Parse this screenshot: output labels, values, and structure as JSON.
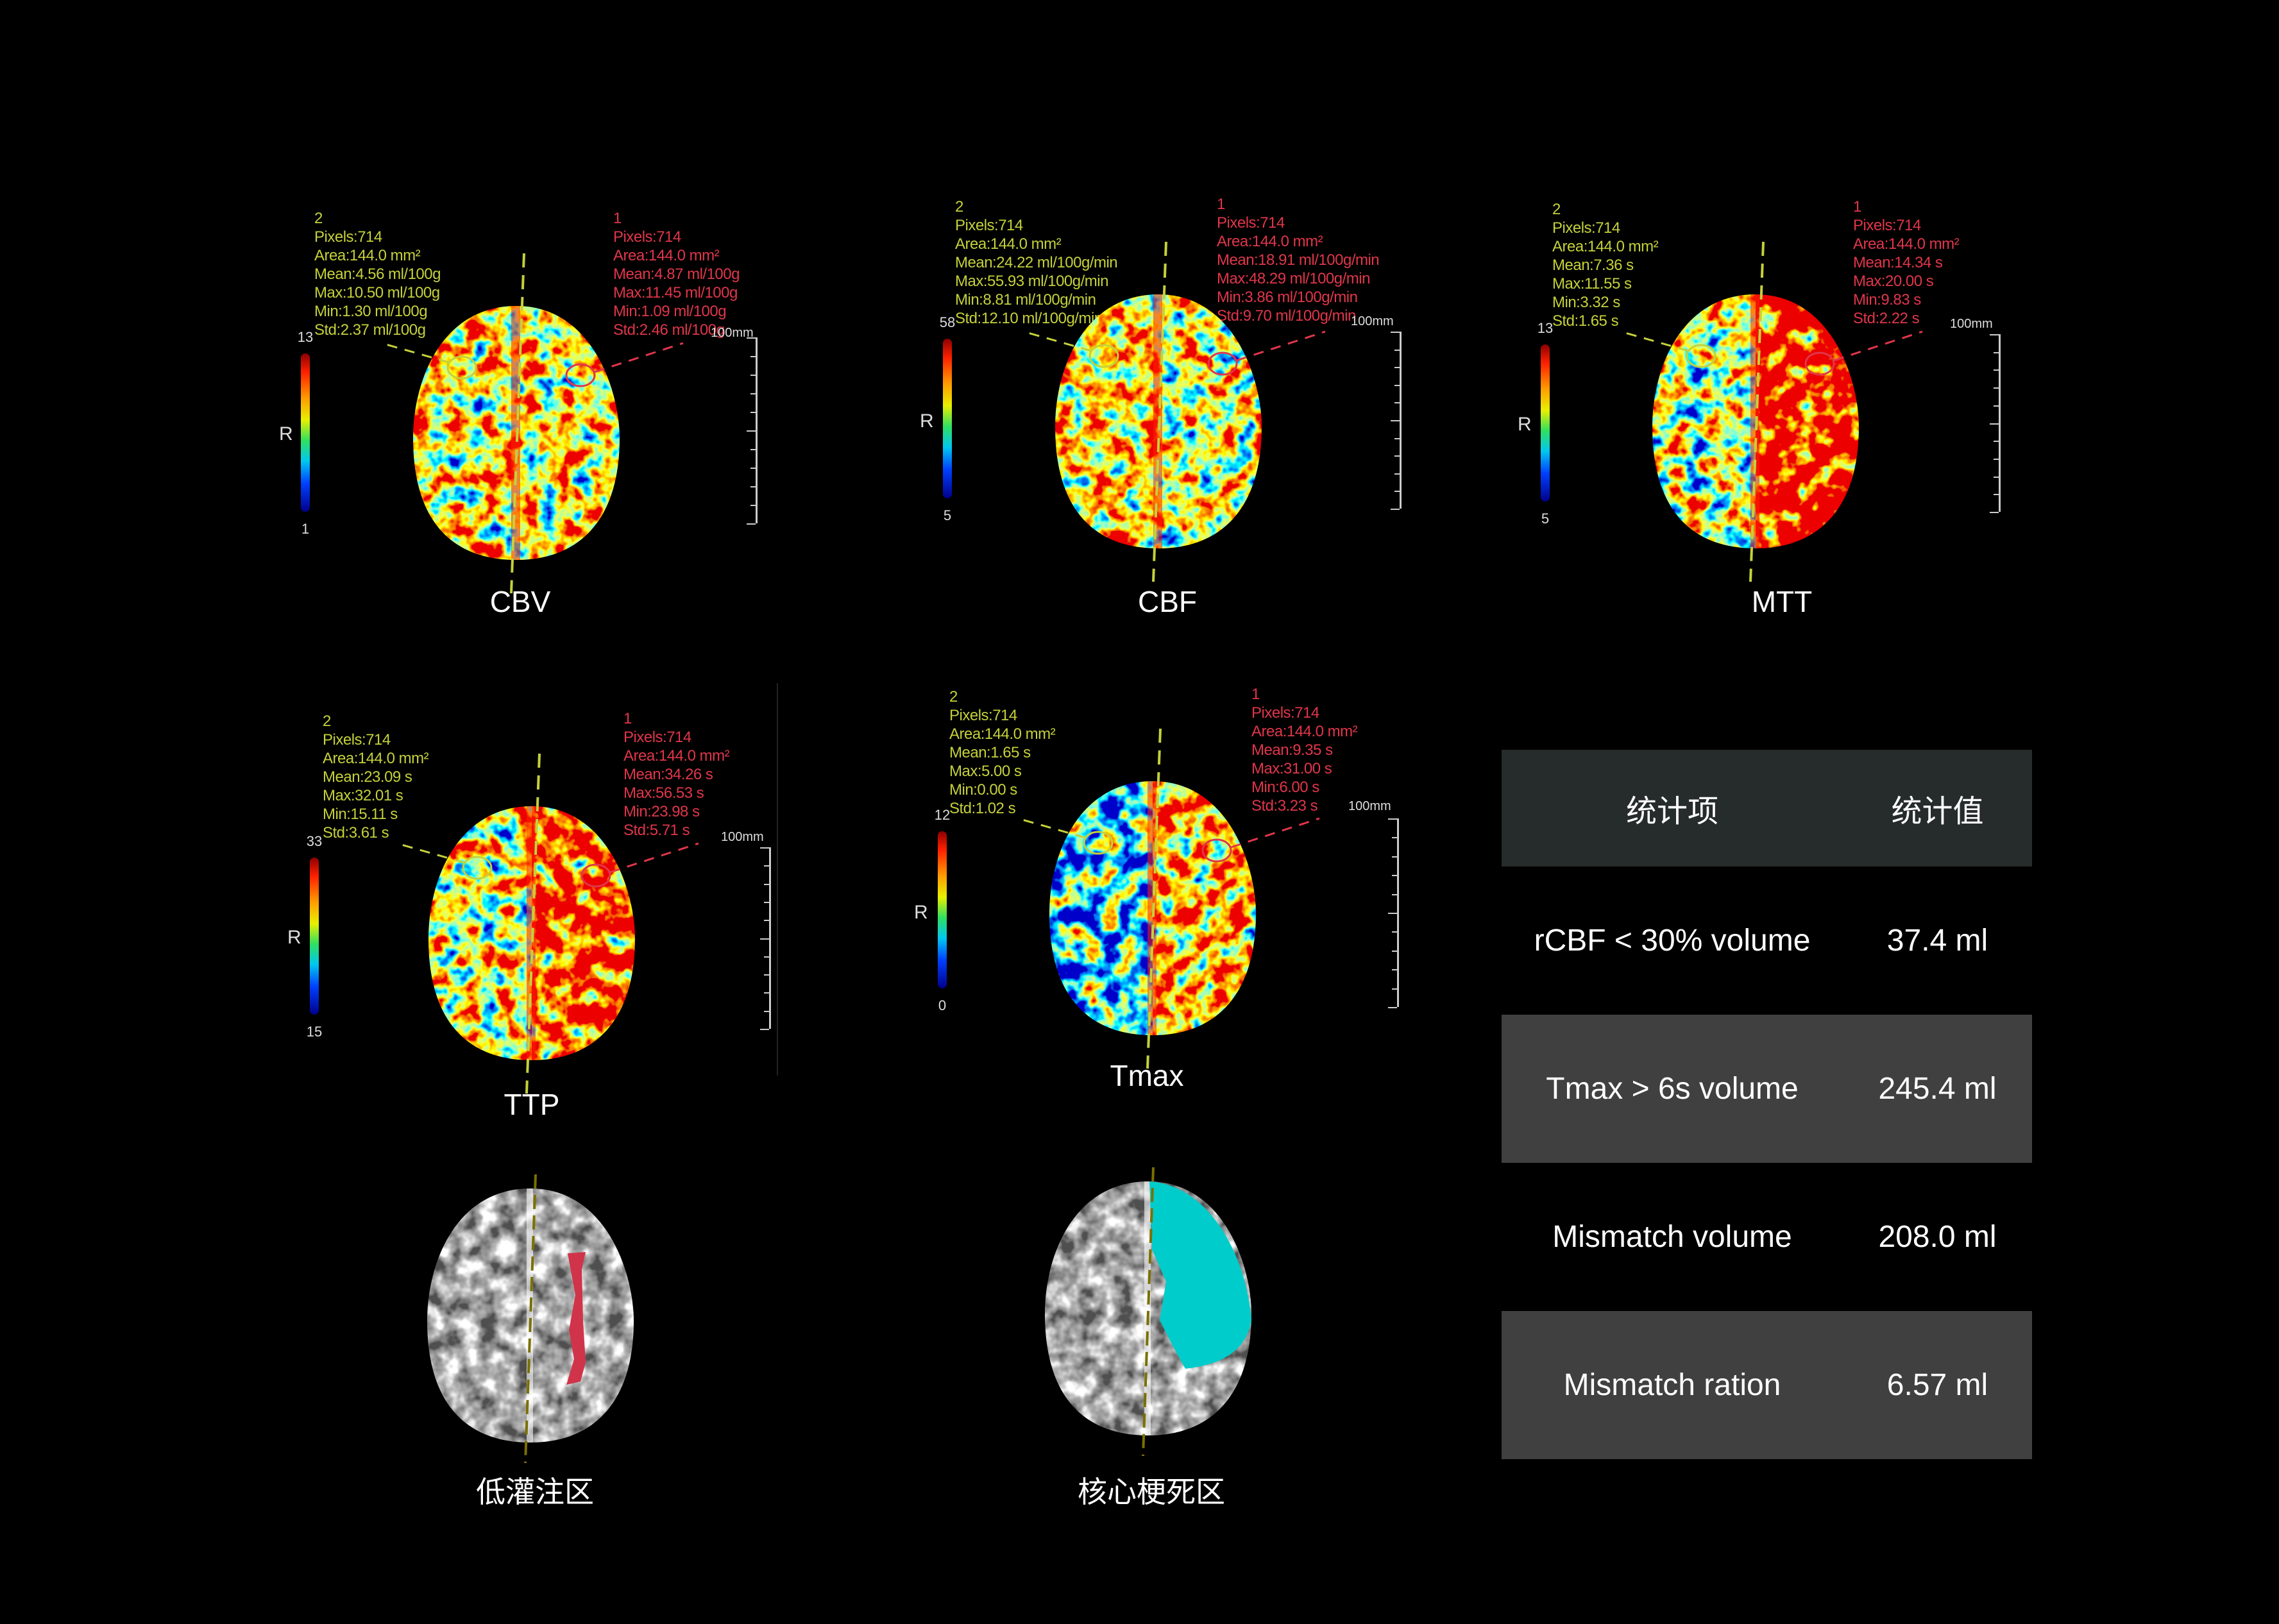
{
  "panels": [
    {
      "name": "cbv",
      "caption": "CBV",
      "cb_max": "13",
      "cb_min": "1",
      "cb_axis": "R",
      "scale": "100mm",
      "roi2": {
        "id": "2",
        "lines": [
          "Pixels:714",
          "Area:144.0 mm²",
          "Mean:4.56 ml/100g",
          "Max:10.50 ml/100g",
          "Min:1.30 ml/100g",
          "Std:2.37 ml/100g"
        ]
      },
      "roi1": {
        "id": "1",
        "lines": [
          "Pixels:714",
          "Area:144.0 mm²",
          "Mean:4.87 ml/100g",
          "Max:11.45 ml/100g",
          "Min:1.09 ml/100g",
          "Std:2.46 ml/100g"
        ]
      }
    },
    {
      "name": "cbf",
      "caption": "CBF",
      "cb_max": "58",
      "cb_min": "5",
      "cb_axis": "R",
      "scale": "100mm",
      "roi2": {
        "id": "2",
        "lines": [
          "Pixels:714",
          "Area:144.0 mm²",
          "Mean:24.22 ml/100g/min",
          "Max:55.93 ml/100g/min",
          "Min:8.81 ml/100g/min",
          "Std:12.10 ml/100g/min"
        ]
      },
      "roi1": {
        "id": "1",
        "lines": [
          "Pixels:714",
          "Area:144.0 mm²",
          "Mean:18.91 ml/100g/min",
          "Max:48.29 ml/100g/min",
          "Min:3.86 ml/100g/min",
          "Std:9.70 ml/100g/min"
        ]
      }
    },
    {
      "name": "mtt",
      "caption": "MTT",
      "cb_max": "13",
      "cb_min": "5",
      "cb_axis": "R",
      "scale": "100mm",
      "roi2": {
        "id": "2",
        "lines": [
          "Pixels:714",
          "Area:144.0 mm²",
          "Mean:7.36 s",
          "Max:11.55 s",
          "Min:3.32 s",
          "Std:1.65 s"
        ]
      },
      "roi1": {
        "id": "1",
        "lines": [
          "Pixels:714",
          "Area:144.0 mm²",
          "Mean:14.34 s",
          "Max:20.00 s",
          "Min:9.83 s",
          "Std:2.22 s"
        ]
      }
    },
    {
      "name": "ttp",
      "caption": "TTP",
      "cb_max": "33",
      "cb_min": "15",
      "cb_axis": "R",
      "scale": "100mm",
      "roi2": {
        "id": "2",
        "lines": [
          "Pixels:714",
          "Area:144.0 mm²",
          "Mean:23.09 s",
          "Max:32.01 s",
          "Min:15.11 s",
          "Std:3.61 s"
        ]
      },
      "roi1": {
        "id": "1",
        "lines": [
          "Pixels:714",
          "Area:144.0 mm²",
          "Mean:34.26 s",
          "Max:56.53 s",
          "Min:23.98 s",
          "Std:5.71 s"
        ]
      }
    },
    {
      "name": "tmax",
      "caption": "Tmax",
      "cb_max": "12",
      "cb_min": "0",
      "cb_axis": "R",
      "scale": "100mm",
      "roi2": {
        "id": "2",
        "lines": [
          "Pixels:714",
          "Area:144.0 mm²",
          "Mean:1.65 s",
          "Max:5.00 s",
          "Min:0.00 s",
          "Std:1.02 s"
        ]
      },
      "roi1": {
        "id": "1",
        "lines": [
          "Pixels:714",
          "Area:144.0 mm²",
          "Mean:9.35 s",
          "Max:31.00 s",
          "Min:6.00 s",
          "Std:3.23 s"
        ]
      }
    }
  ],
  "masks": [
    {
      "name": "hypoperfusion",
      "caption": "低灌注区",
      "color": "#d0344a"
    },
    {
      "name": "core-infarct",
      "caption": "核心梗死区",
      "color": "#00cccc"
    }
  ],
  "table": {
    "headers": [
      "统计项",
      "统计值"
    ],
    "rows": [
      {
        "item": "rCBF < 30% volume",
        "value": "37.4 ml"
      },
      {
        "item": "Tmax > 6s volume",
        "value": "245.4 ml"
      },
      {
        "item": "Mismatch volume",
        "value": "208.0 ml"
      },
      {
        "item": "Mismatch ration",
        "value": "6.57 ml"
      }
    ]
  },
  "colors": {
    "roi2": "#c5d13a",
    "roi1": "#e0364a",
    "header_bg": "#262b2b",
    "row_gray": "#404040"
  }
}
